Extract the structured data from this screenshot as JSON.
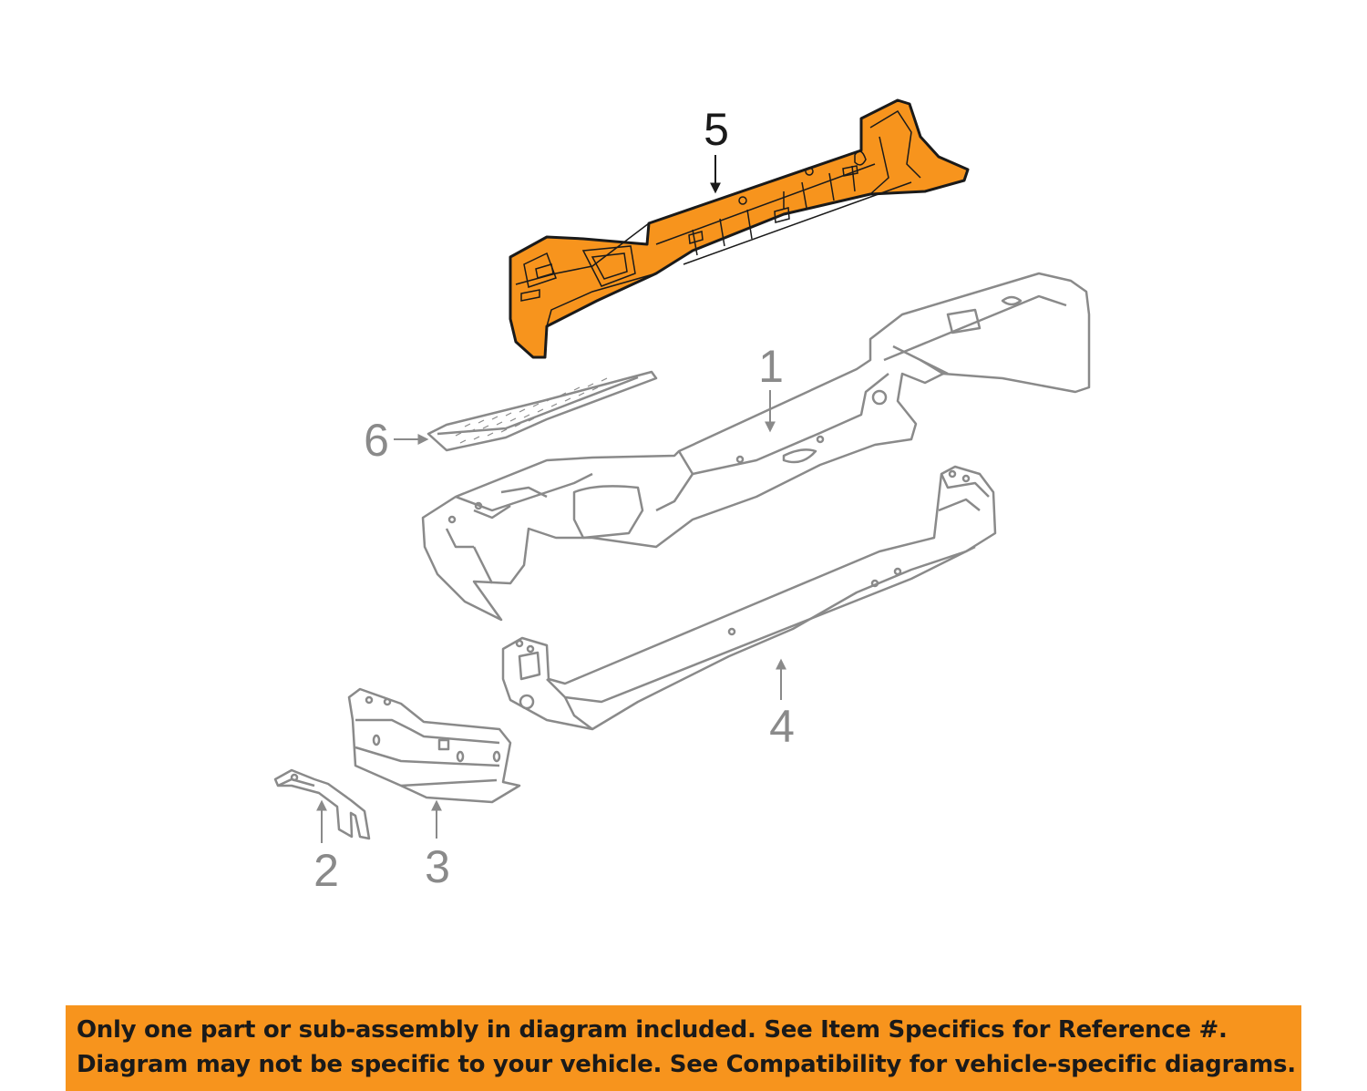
{
  "callouts": {
    "c1": "1",
    "c2": "2",
    "c3": "3",
    "c4": "4",
    "c5": "5",
    "c6": "6"
  },
  "highlight_color": "#f7941d",
  "line_color": "#8a8a8a",
  "disclaimer": {
    "line1": "Only one part or sub-assembly in diagram included. See Item Specifics for Reference #.",
    "line2": "Diagram may not be specific to your vehicle. See Compatibility for vehicle-specific diagrams.",
    "background": "#f7941d"
  }
}
